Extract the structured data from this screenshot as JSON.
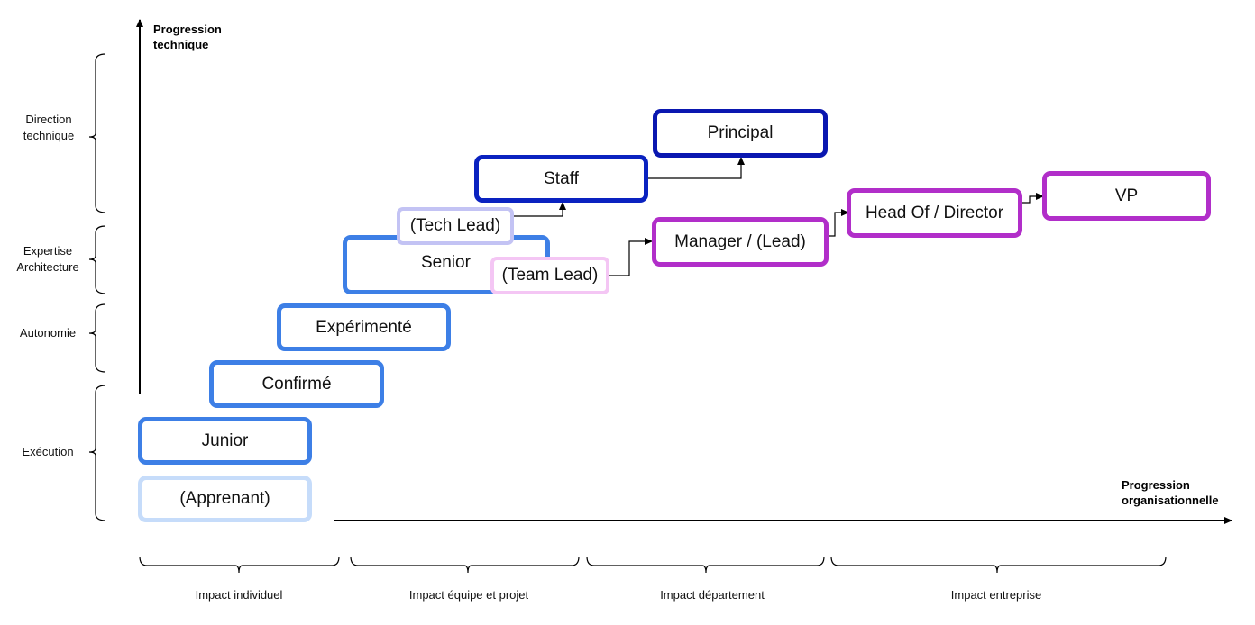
{
  "axes": {
    "y_label_line1": "Progression",
    "y_label_line2": "technique",
    "x_label_line1": "Progression",
    "x_label_line2": "organisationnelle"
  },
  "left_groups": {
    "direction_line1": "Direction",
    "direction_line2": "technique",
    "expertise_line1": "Expertise",
    "expertise_line2": "Architecture",
    "autonomie": "Autonomie",
    "execution": "Exécution"
  },
  "bottom_groups": {
    "individuel": "Impact individuel",
    "equipe": "Impact équipe et projet",
    "departement": "Impact département",
    "entreprise": "Impact entreprise"
  },
  "boxes": {
    "apprenant": "(Apprenant)",
    "junior": "Junior",
    "confirme": "Confirmé",
    "experimente": "Expérimenté",
    "senior": "Senior",
    "tech_lead": "(Tech Lead)",
    "team_lead": "(Team Lead)",
    "staff": "Staff",
    "principal": "Principal",
    "manager": "Manager / (Lead)",
    "head_of": "Head Of / Director",
    "vp": "VP"
  },
  "colors": {
    "ic_blue": "#3d7fe6",
    "apprenant_blue": "#c6dcfa",
    "tech_lead_lavender": "#c3c3f4",
    "staff_navy": "#0a22c0",
    "principal_navy": "#0a17b0",
    "team_lead_pink": "#f4c6f4",
    "manager_purple": "#b12ec9"
  }
}
